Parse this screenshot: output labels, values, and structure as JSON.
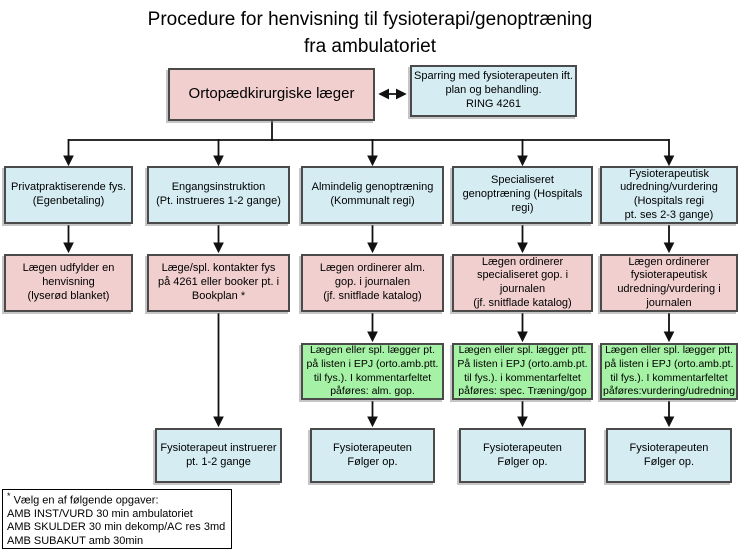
{
  "title": "Procedure for henvisning til fysioterapi/genoptræning\nfra ambulatoriet",
  "header": {
    "doctors": "Ortopædkirurgiske læger",
    "sparring": "Sparring med fysioterapeuten ift.\nplan og behandling.\nRING 4261"
  },
  "columns": [
    {
      "path": "Privatpraktiserende fys.\n(Egenbetaling)",
      "action": "Lægen udfylder en\nhenvisning\n(lyserød blanket)"
    },
    {
      "path": "Engangsinstruktion\n(Pt. instrueres 1-2 gange)",
      "action": "Læge/spl. kontakter fys\npå 4261 eller booker pt. i\nBookplan *",
      "outcome": "Fysioterapeut instruerer\npt. 1-2 gange"
    },
    {
      "path": "Almindelig genoptræning\n(Kommunalt regi)",
      "action": "Lægen ordinerer alm.\ngop. i journalen\n(jf. snitflade katalog)",
      "epj": "Lægen eller spl. lægger pt.\npå listen i EPJ (orto.amb.ptt.\ntil fys.). I kommentarfeltet\npåføres: alm. gop.",
      "outcome": "Fysioterapeuten\nFølger op."
    },
    {
      "path": "Specialiseret\ngenoptræning (Hospitals\nregi)",
      "action": "Lægen ordinerer\nspecialiseret gop. i\njournalen\n(jf. snitflade katalog)",
      "epj": "Lægen eller spl. lægger ptt.\nPå listen i EPJ (orto.amb.pt.\ntil fys.). i kommentarfeltet\npåføres: spec. Træning/gop",
      "outcome": "Fysioterapeuten\nFølger op."
    },
    {
      "path": "Fysioterapeutisk\nudredning/vurdering\n(Hospitals regi\npt. ses 2-3 gange)",
      "action": "Lægen ordinerer\nfysioterapeutisk\nudredning/vurdering i\njournalen",
      "epj": "Lægen eller spl. lægger ptt.\npå listen i EPJ (orto.amb.pt.\ntil fys.). I kommentarfeltet\npåføres:vurdering/udredning",
      "outcome": "Fysioterapeuten\nFølger op."
    }
  ],
  "note": {
    "asterisk": "*",
    "heading": " Vælg en af følgende opgaver:",
    "lines": [
      "AMB INST/VURD 30 min ambulatoriet",
      "AMB SKULDER 30 min dekomp/AC res 3md",
      "AMB SUBAKUT amb 30min"
    ]
  },
  "colors": {
    "pink": "#f1cfcf",
    "blue": "#d4ecf2",
    "green": "#a5f1a5",
    "border": "#4a4a4a",
    "line": "#111111"
  }
}
